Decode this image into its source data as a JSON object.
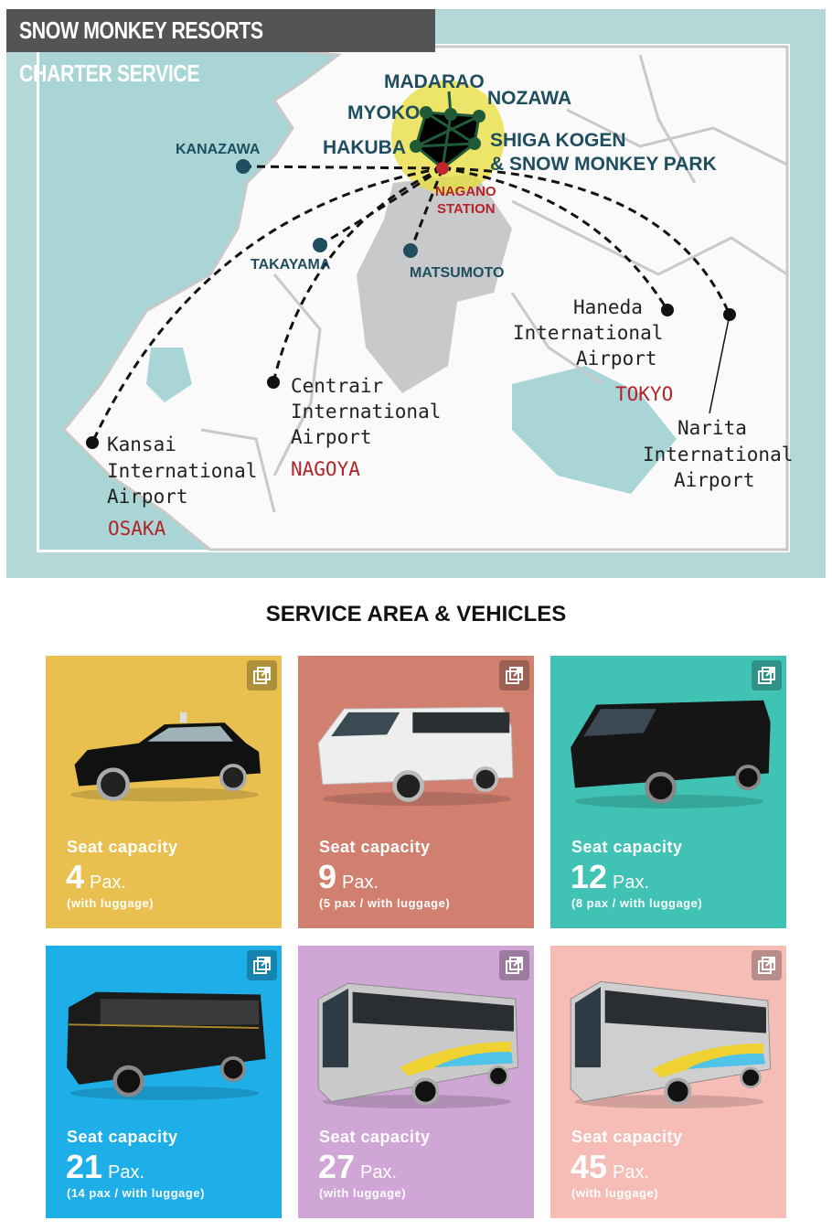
{
  "map": {
    "title": "SNOW MONKEY RESORTS CHARTER SERVICE",
    "labels": {
      "madarao": "MADARAO",
      "nozawa": "NOZAWA",
      "myoko": "MYOKO",
      "hakuba": "HAKUBA",
      "shiga1": "SHIGA KOGEN",
      "shiga2": "& SNOW MONKEY PARK",
      "kanazawa": "KANAZAWA",
      "nagano1": "NAGANO",
      "nagano2": "STATION",
      "takayama": "TAKAYAMA",
      "matsumoto": "MATSUMOTO",
      "haneda1": "Haneda",
      "haneda2": "International",
      "haneda3": "Airport",
      "tokyo": "TOKYO",
      "narita1": "Narita",
      "narita2": "International",
      "narita3": "Airport",
      "centrair1": "Centrair",
      "centrair2": "International",
      "centrair3": "Airport",
      "nagoya": "NAGOYA",
      "kansai1": "Kansai",
      "kansai2": "International",
      "kansai3": "Airport",
      "osaka": "OSAKA"
    }
  },
  "section": {
    "heading": "SERVICE AREA & VEHICLES"
  },
  "vehicles": [
    {
      "label": "Seat capacity",
      "count": "4",
      "unit": "Pax.",
      "note": "(with luggage)",
      "color": "#e9c04f",
      "type": "taxi"
    },
    {
      "label": "Seat capacity",
      "count": "9",
      "unit": "Pax.",
      "note": "(5 pax / with luggage)",
      "color": "#d18070",
      "type": "white-van"
    },
    {
      "label": "Seat capacity",
      "count": "12",
      "unit": "Pax.",
      "note": "(8 pax / with luggage)",
      "color": "#40c2b5",
      "type": "black-van"
    },
    {
      "label": "Seat capacity",
      "count": "21",
      "unit": "Pax.",
      "note": "(14 pax / with luggage)",
      "color": "#1eaee8",
      "type": "microbus"
    },
    {
      "label": "Seat capacity",
      "count": "27",
      "unit": "Pax.",
      "note": "(with luggage)",
      "color": "#cfa6d5",
      "type": "bus"
    },
    {
      "label": "Seat capacity",
      "count": "45",
      "unit": "Pax.",
      "note": "(with luggage)",
      "color": "#f6bdb7",
      "type": "large-bus"
    }
  ]
}
